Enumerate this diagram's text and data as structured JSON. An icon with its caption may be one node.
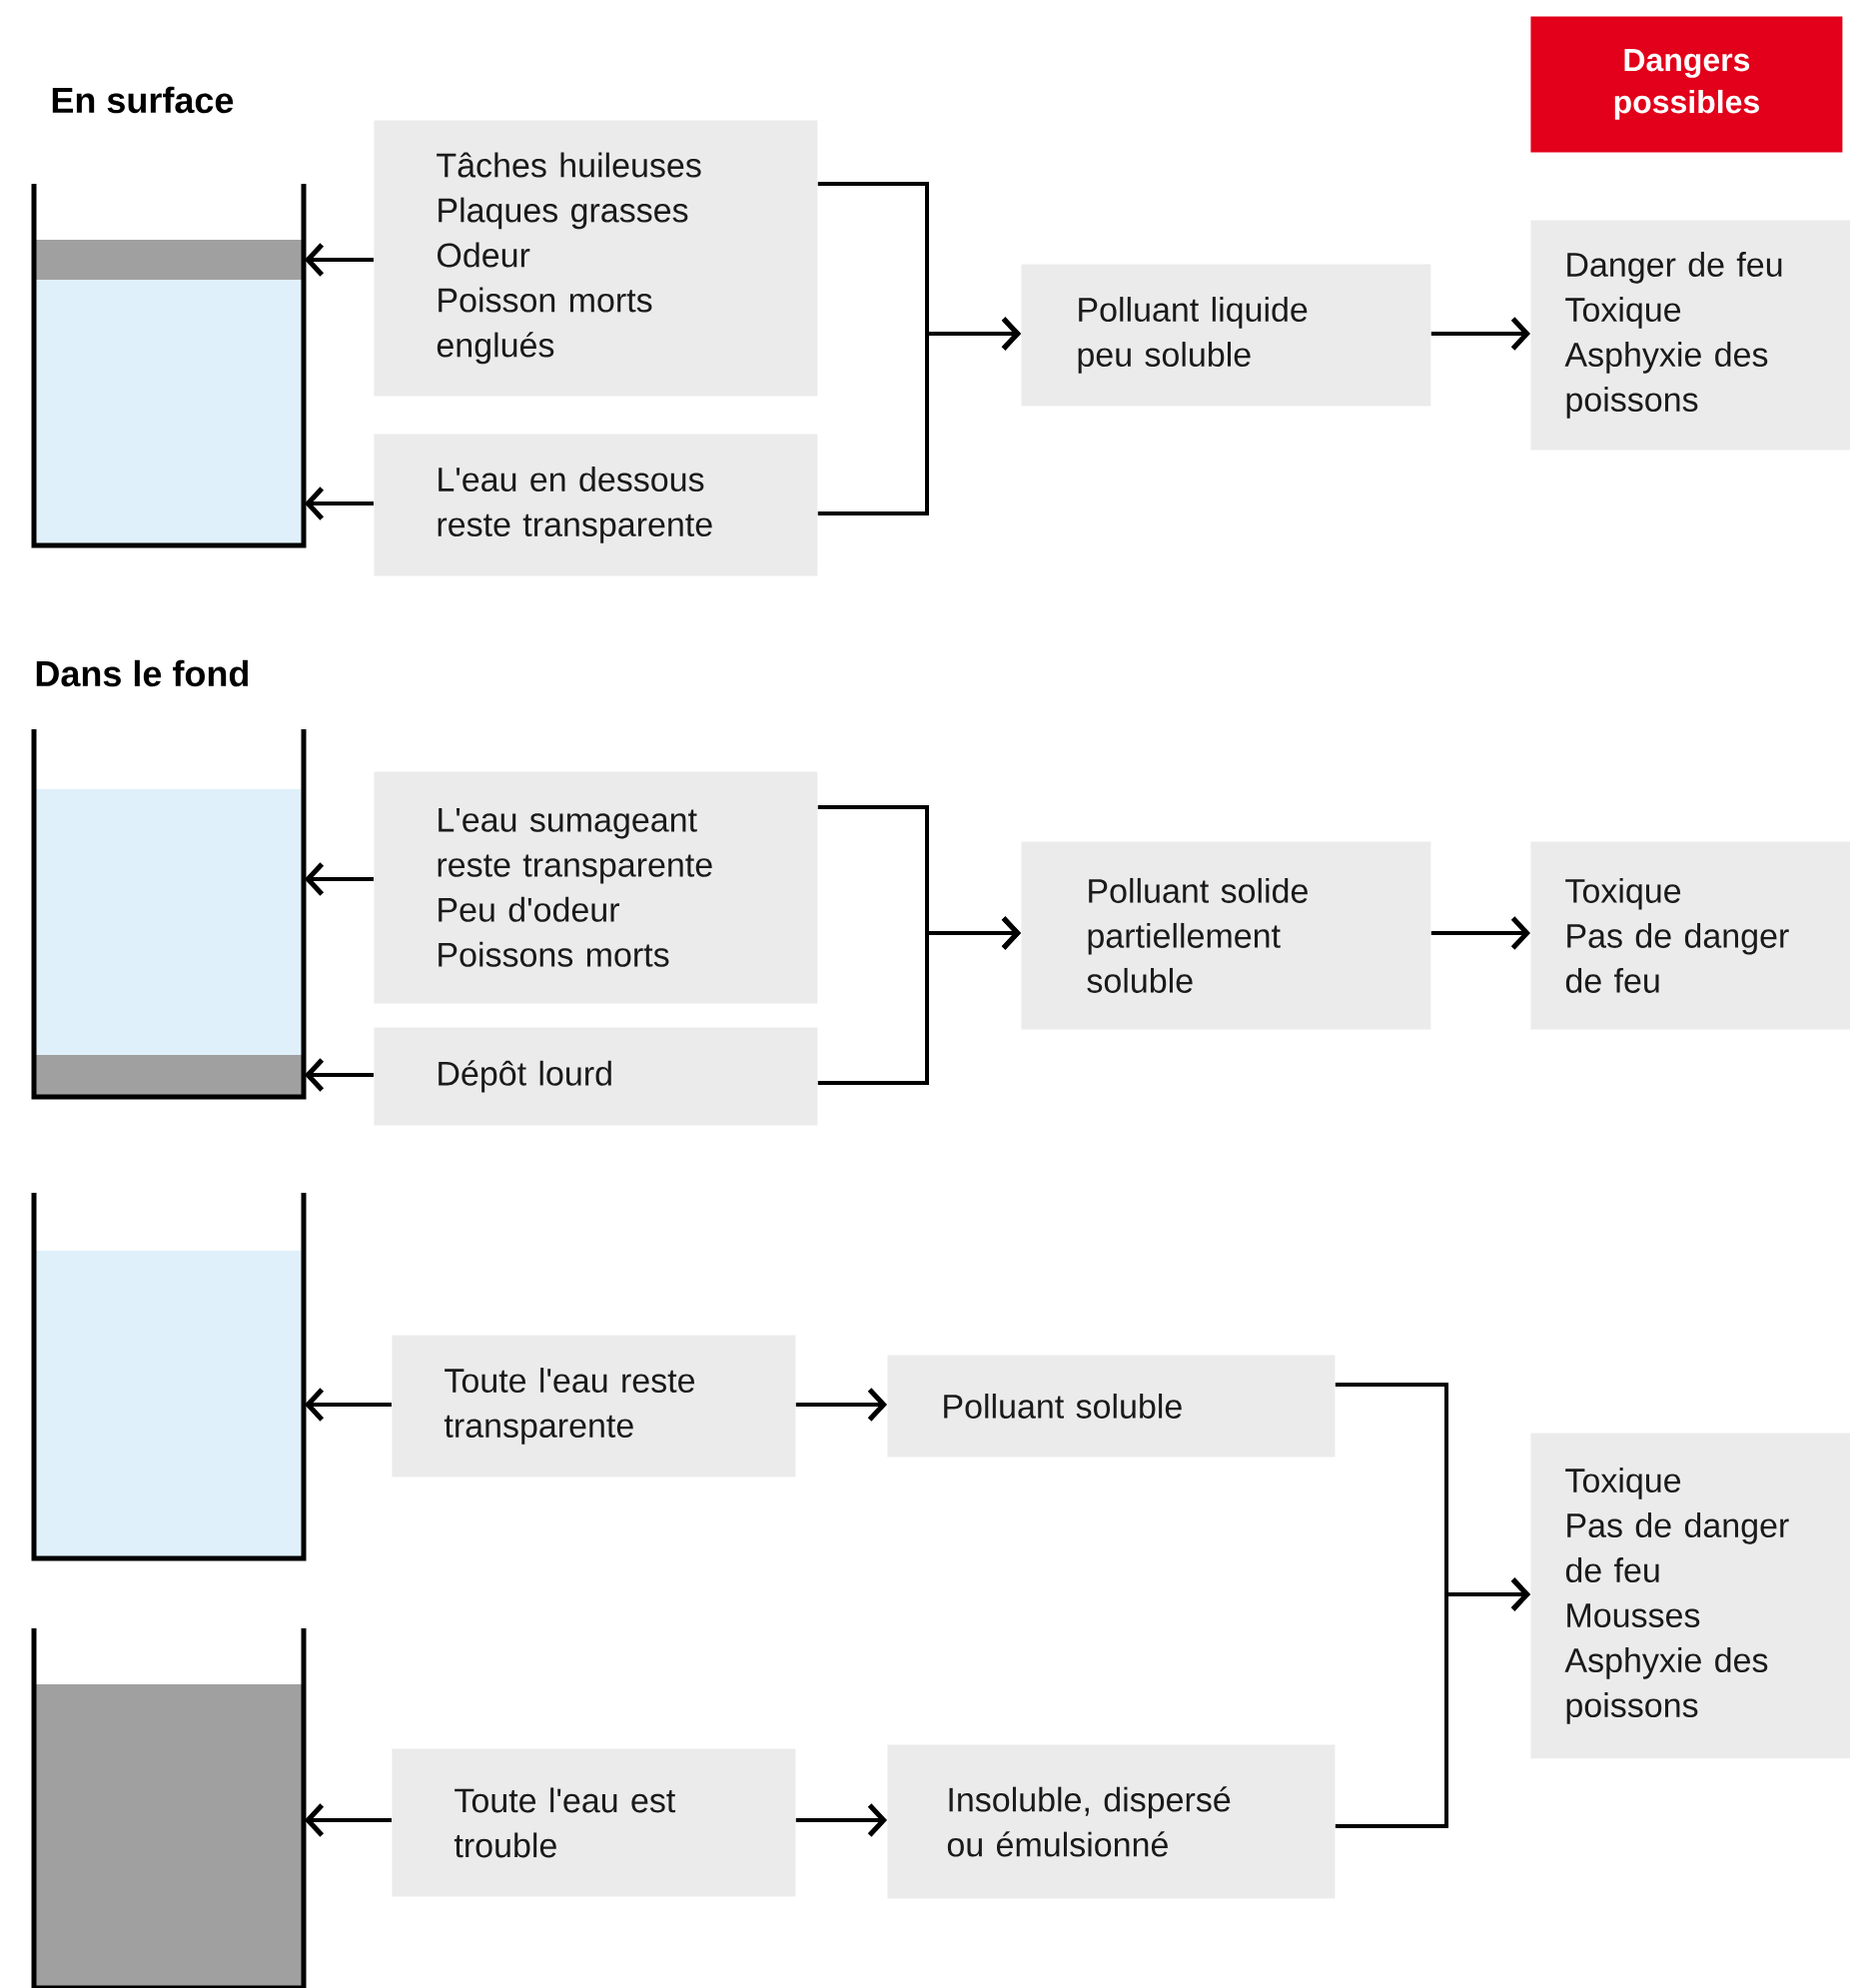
{
  "diagram": {
    "nodes": [
      {
        "text": [
          "Dangers possibles"
        ]
      },
      {
        "text": [],
        "shape": "beaker"
      },
      {
        "text": [
          "Tâches huileuses",
          "Plaques grasses",
          "Odeur",
          "Poisson morts englués"
        ]
      },
      {
        "text": [
          "L'eau en dessous reste transparente"
        ]
      },
      {
        "text": [
          "Polluant liquide peu soluble"
        ]
      },
      {
        "text": [
          "Danger de feu",
          "Toxique",
          "Asphyxie des poissons"
        ]
      },
      {
        "text": [],
        "shape": "beaker"
      },
      {
        "text": [
          "L'eau sumageant reste transparente",
          "Peu d'odeur",
          "Poissons morts"
        ]
      },
      {
        "text": [
          "Dépôt lourd"
        ]
      },
      {
        "text": [
          "Polluant solide partiellement soluble"
        ]
      },
      {
        "text": [
          "Toxique",
          "Pas de danger de feu"
        ]
      },
      {
        "text": [],
        "shape": "beaker"
      },
      {
        "text": [
          "Toute l'eau reste transparente"
        ]
      },
      {
        "text": [
          "Polluant soluble"
        ]
      },
      {
        "text": [],
        "shape": "beaker"
      },
      {
        "text": [
          "Toute l'eau est trouble"
        ]
      },
      {
        "text": [
          "Insoluble, dispersé ou émulsionné"
        ]
      },
      {
        "text": [
          "Toxique",
          "Pas de danger de feu",
          "Mousses",
          "Asphyxie des poissons"
        ]
      }
    ],
    "edges": [
      {
        "from": 2,
        "to": 1,
        "arrow": "to"
      },
      {
        "from": 3,
        "to": 1,
        "arrow": "to"
      },
      {
        "from": 2,
        "to": 4,
        "arrow": "to"
      },
      {
        "from": 3,
        "to": 4,
        "arrow": "to"
      },
      {
        "from": 4,
        "to": 5,
        "arrow": "to"
      },
      {
        "from": 7,
        "to": 6,
        "arrow": "to"
      },
      {
        "from": 8,
        "to": 6,
        "arrow": "to"
      },
      {
        "from": 7,
        "to": 9,
        "arrow": "to"
      },
      {
        "from": 8,
        "to": 9,
        "arrow": "to"
      },
      {
        "from": 9,
        "to": 10,
        "arrow": "to"
      },
      {
        "from": 12,
        "to": 11,
        "arrow": "to"
      },
      {
        "from": 12,
        "to": 13,
        "arrow": "to"
      },
      {
        "from": 15,
        "to": 14,
        "arrow": "to"
      },
      {
        "from": 15,
        "to": 16,
        "arrow": "to"
      },
      {
        "from": 13,
        "to": 17,
        "arrow": "to"
      },
      {
        "from": 16,
        "to": 17,
        "arrow": "to"
      }
    ],
    "labels": [
      "En surface",
      "Dans le fond"
    ]
  }
}
